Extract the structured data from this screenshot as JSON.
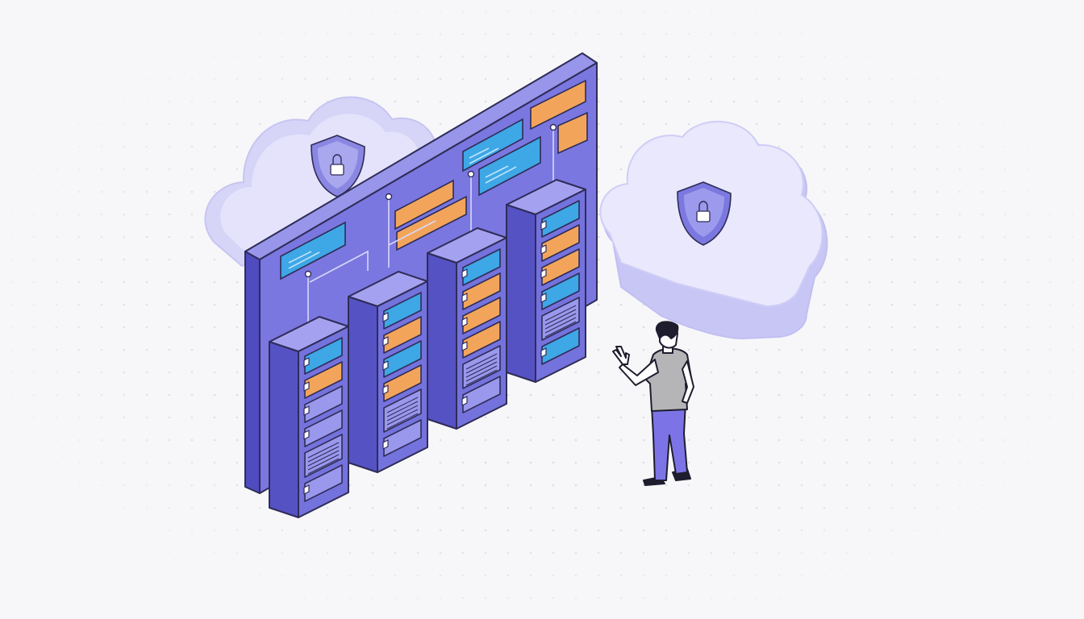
{
  "illustration": {
    "subject": "isometric-data-center",
    "elements": [
      "back-panel",
      "server-racks",
      "secure-clouds",
      "person-gesturing"
    ]
  },
  "palette": {
    "background": "#f7f7f9",
    "dot": "#dadbe3",
    "outline": "#2f2c57",
    "panel_front": "#7a77e0",
    "panel_side": "#5a57c8",
    "panel_top": "#9896ea",
    "rack_front": "#7472dc",
    "rack_side": "#5552c4",
    "rack_top": "#a4a2f0",
    "slot_purple": "#9a98ec",
    "card_blue": "#3ea7e6",
    "card_orange": "#f2a55a",
    "cloud_light": "#e6e5fb",
    "cloud_mid": "#cfcdf6",
    "cloud_dark": "#b4b2ee",
    "shield": "#7b78df",
    "shirt": "#b5b5b8",
    "pants": "#7c74e6",
    "skin": "#ffffff",
    "hair": "#1e1d2e"
  },
  "racks": [
    {
      "slots": [
        "blue",
        "orange",
        "purple",
        "purple",
        "vent",
        "purple"
      ]
    },
    {
      "slots": [
        "blue",
        "orange",
        "blue",
        "orange",
        "vent",
        "purple"
      ]
    },
    {
      "slots": [
        "blue",
        "orange",
        "orange",
        "orange",
        "vent",
        "purple"
      ]
    },
    {
      "slots": [
        "blue",
        "orange",
        "orange",
        "blue",
        "vent",
        "blue"
      ]
    }
  ]
}
